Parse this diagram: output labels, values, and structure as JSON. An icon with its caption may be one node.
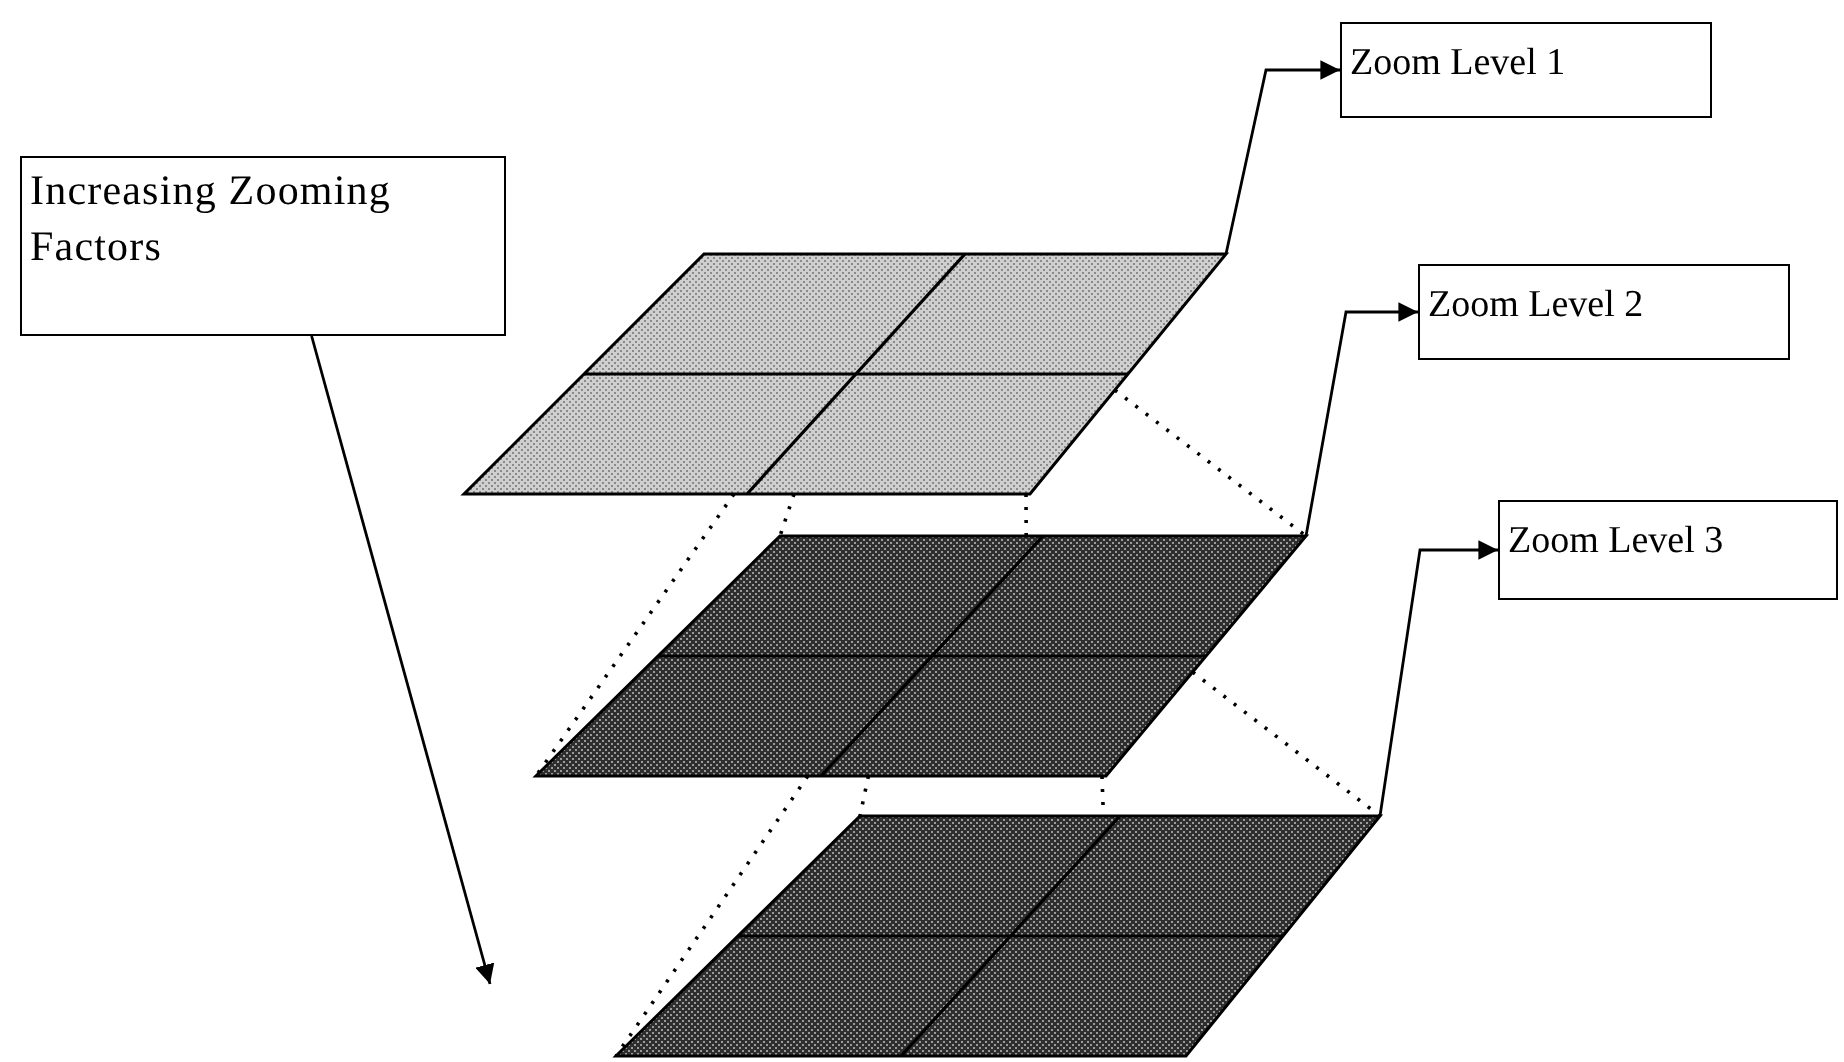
{
  "diagram": {
    "nodes": [
      {
        "text": [
          "Increasing Zooming Factors"
        ]
      },
      {
        "text": [
          "Zoom Level 1"
        ]
      },
      {
        "text": [
          "Zoom Level 2"
        ]
      },
      {
        "text": [
          "Zoom Level 3"
        ]
      },
      {
        "text": [],
        "shape": "parallelogram"
      },
      {
        "text": [],
        "shape": "parallelogram"
      },
      {
        "text": [],
        "shape": "parallelogram"
      }
    ],
    "edges": [
      {
        "from": 4,
        "to": 1,
        "arrow": "to"
      },
      {
        "from": 5,
        "to": 2,
        "arrow": "to"
      },
      {
        "from": 6,
        "to": 3,
        "arrow": "to"
      },
      {
        "from": 0,
        "to": null,
        "arrow": "to"
      },
      {
        "from": 4,
        "to": 5,
        "arrow": "none",
        "style": "dashed"
      },
      {
        "from": 4,
        "to": 5,
        "arrow": "none",
        "style": "dashed"
      },
      {
        "from": 4,
        "to": 5,
        "arrow": "none",
        "style": "dashed"
      },
      {
        "from": 4,
        "to": 5,
        "arrow": "none",
        "style": "dashed"
      },
      {
        "from": 5,
        "to": 6,
        "arrow": "none",
        "style": "dashed"
      },
      {
        "from": 5,
        "to": 6,
        "arrow": "none",
        "style": "dashed"
      },
      {
        "from": 5,
        "to": 6,
        "arrow": "none",
        "style": "dashed"
      },
      {
        "from": 5,
        "to": 6,
        "arrow": "none",
        "style": "dashed"
      }
    ]
  }
}
